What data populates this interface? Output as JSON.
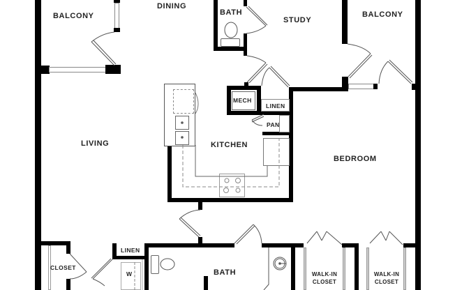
{
  "floorplan": {
    "rooms": [
      {
        "id": "balcony-left",
        "label": "BALCONY"
      },
      {
        "id": "dining",
        "label": "DINING"
      },
      {
        "id": "bath-top",
        "label": "BATH"
      },
      {
        "id": "study",
        "label": "STUDY"
      },
      {
        "id": "balcony-right",
        "label": "BALCONY"
      },
      {
        "id": "mech",
        "label": "MECH"
      },
      {
        "id": "linen-top",
        "label": "LINEN"
      },
      {
        "id": "pantry",
        "label": "PAN"
      },
      {
        "id": "living",
        "label": "LIVING"
      },
      {
        "id": "kitchen",
        "label": "KITCHEN"
      },
      {
        "id": "bedroom",
        "label": "BEDROOM"
      },
      {
        "id": "linen-bottom",
        "label": "LINEN"
      },
      {
        "id": "closet",
        "label": "CLOSET"
      },
      {
        "id": "washer",
        "label": "W"
      },
      {
        "id": "bath-bottom",
        "label": "BATH"
      },
      {
        "id": "walkin-1",
        "label": "WALK-IN\nCLOSET"
      },
      {
        "id": "walkin-2",
        "label": "WALK-IN\nCLOSET"
      }
    ],
    "colors": {
      "wall": "#000000",
      "fixture": "#666666",
      "background": "#ffffff"
    }
  }
}
